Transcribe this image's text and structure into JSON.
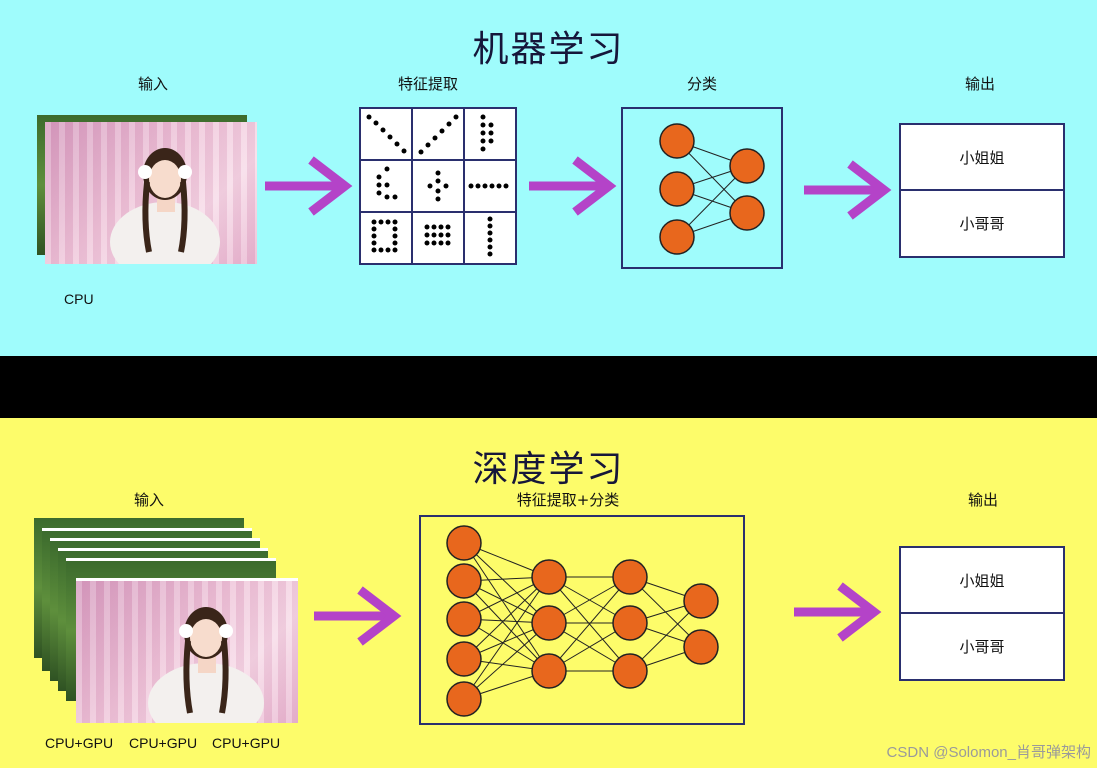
{
  "machine_learning": {
    "title": "机器学习",
    "input_label": "输入",
    "feature_label": "特征提取",
    "classify_label": "分类",
    "output_label": "输出",
    "hardware": "CPU",
    "outputs": [
      "小姐姐",
      "小哥哥"
    ]
  },
  "deep_learning": {
    "title": "深度学习",
    "input_label": "输入",
    "feature_classify_label": "特征提取+分类",
    "output_label": "输出",
    "hardware": [
      "CPU+GPU",
      "CPU+GPU",
      "CPU+GPU"
    ],
    "outputs": [
      "小姐姐",
      "小哥哥"
    ]
  },
  "watermark": "CSDN @Solomon_肖哥弹架构",
  "colors": {
    "ml_background": "#9ffcfc",
    "dl_background": "#fdfc6a",
    "arrow": "#b443c8",
    "node": "#e8671d",
    "box_border": "#2a2f6e"
  }
}
